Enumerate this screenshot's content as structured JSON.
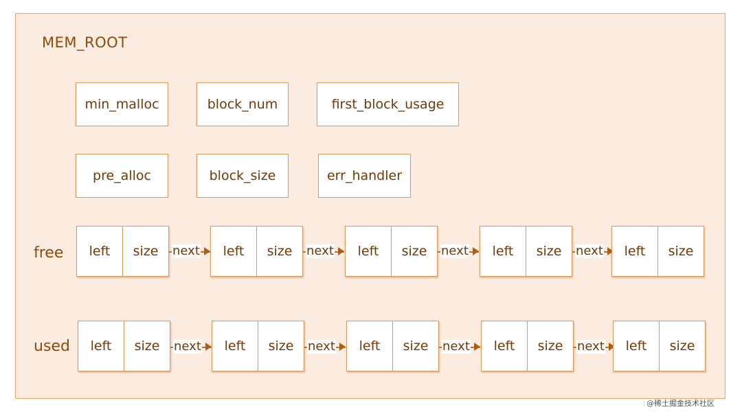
{
  "title": "MEM_ROOT",
  "fields": [
    [
      "min_malloc",
      "block_num",
      "first_block_usage"
    ],
    [
      "pre_alloc",
      "block_size",
      "err_handler"
    ]
  ],
  "lists": [
    {
      "label": "free",
      "nodes": [
        {
          "left": "left",
          "right": "size"
        },
        {
          "left": "left",
          "right": "size"
        },
        {
          "left": "left",
          "right": "size"
        },
        {
          "left": "left",
          "right": "size"
        },
        {
          "left": "left",
          "right": "size"
        }
      ],
      "links": [
        "next",
        "next",
        "next",
        "next"
      ]
    },
    {
      "label": "used",
      "nodes": [
        {
          "left": "left",
          "right": "size"
        },
        {
          "left": "left",
          "right": "size"
        },
        {
          "left": "left",
          "right": "size"
        },
        {
          "left": "left",
          "right": "size"
        },
        {
          "left": "left",
          "right": "size"
        }
      ],
      "links": [
        "next",
        "next",
        "next",
        "next"
      ]
    }
  ],
  "watermark": "@稀土掘金技术社区",
  "colors": {
    "background": "#fcebdf",
    "border": "#d9995a",
    "text": "#6b3a0c",
    "arrow": "#a85e1c"
  }
}
